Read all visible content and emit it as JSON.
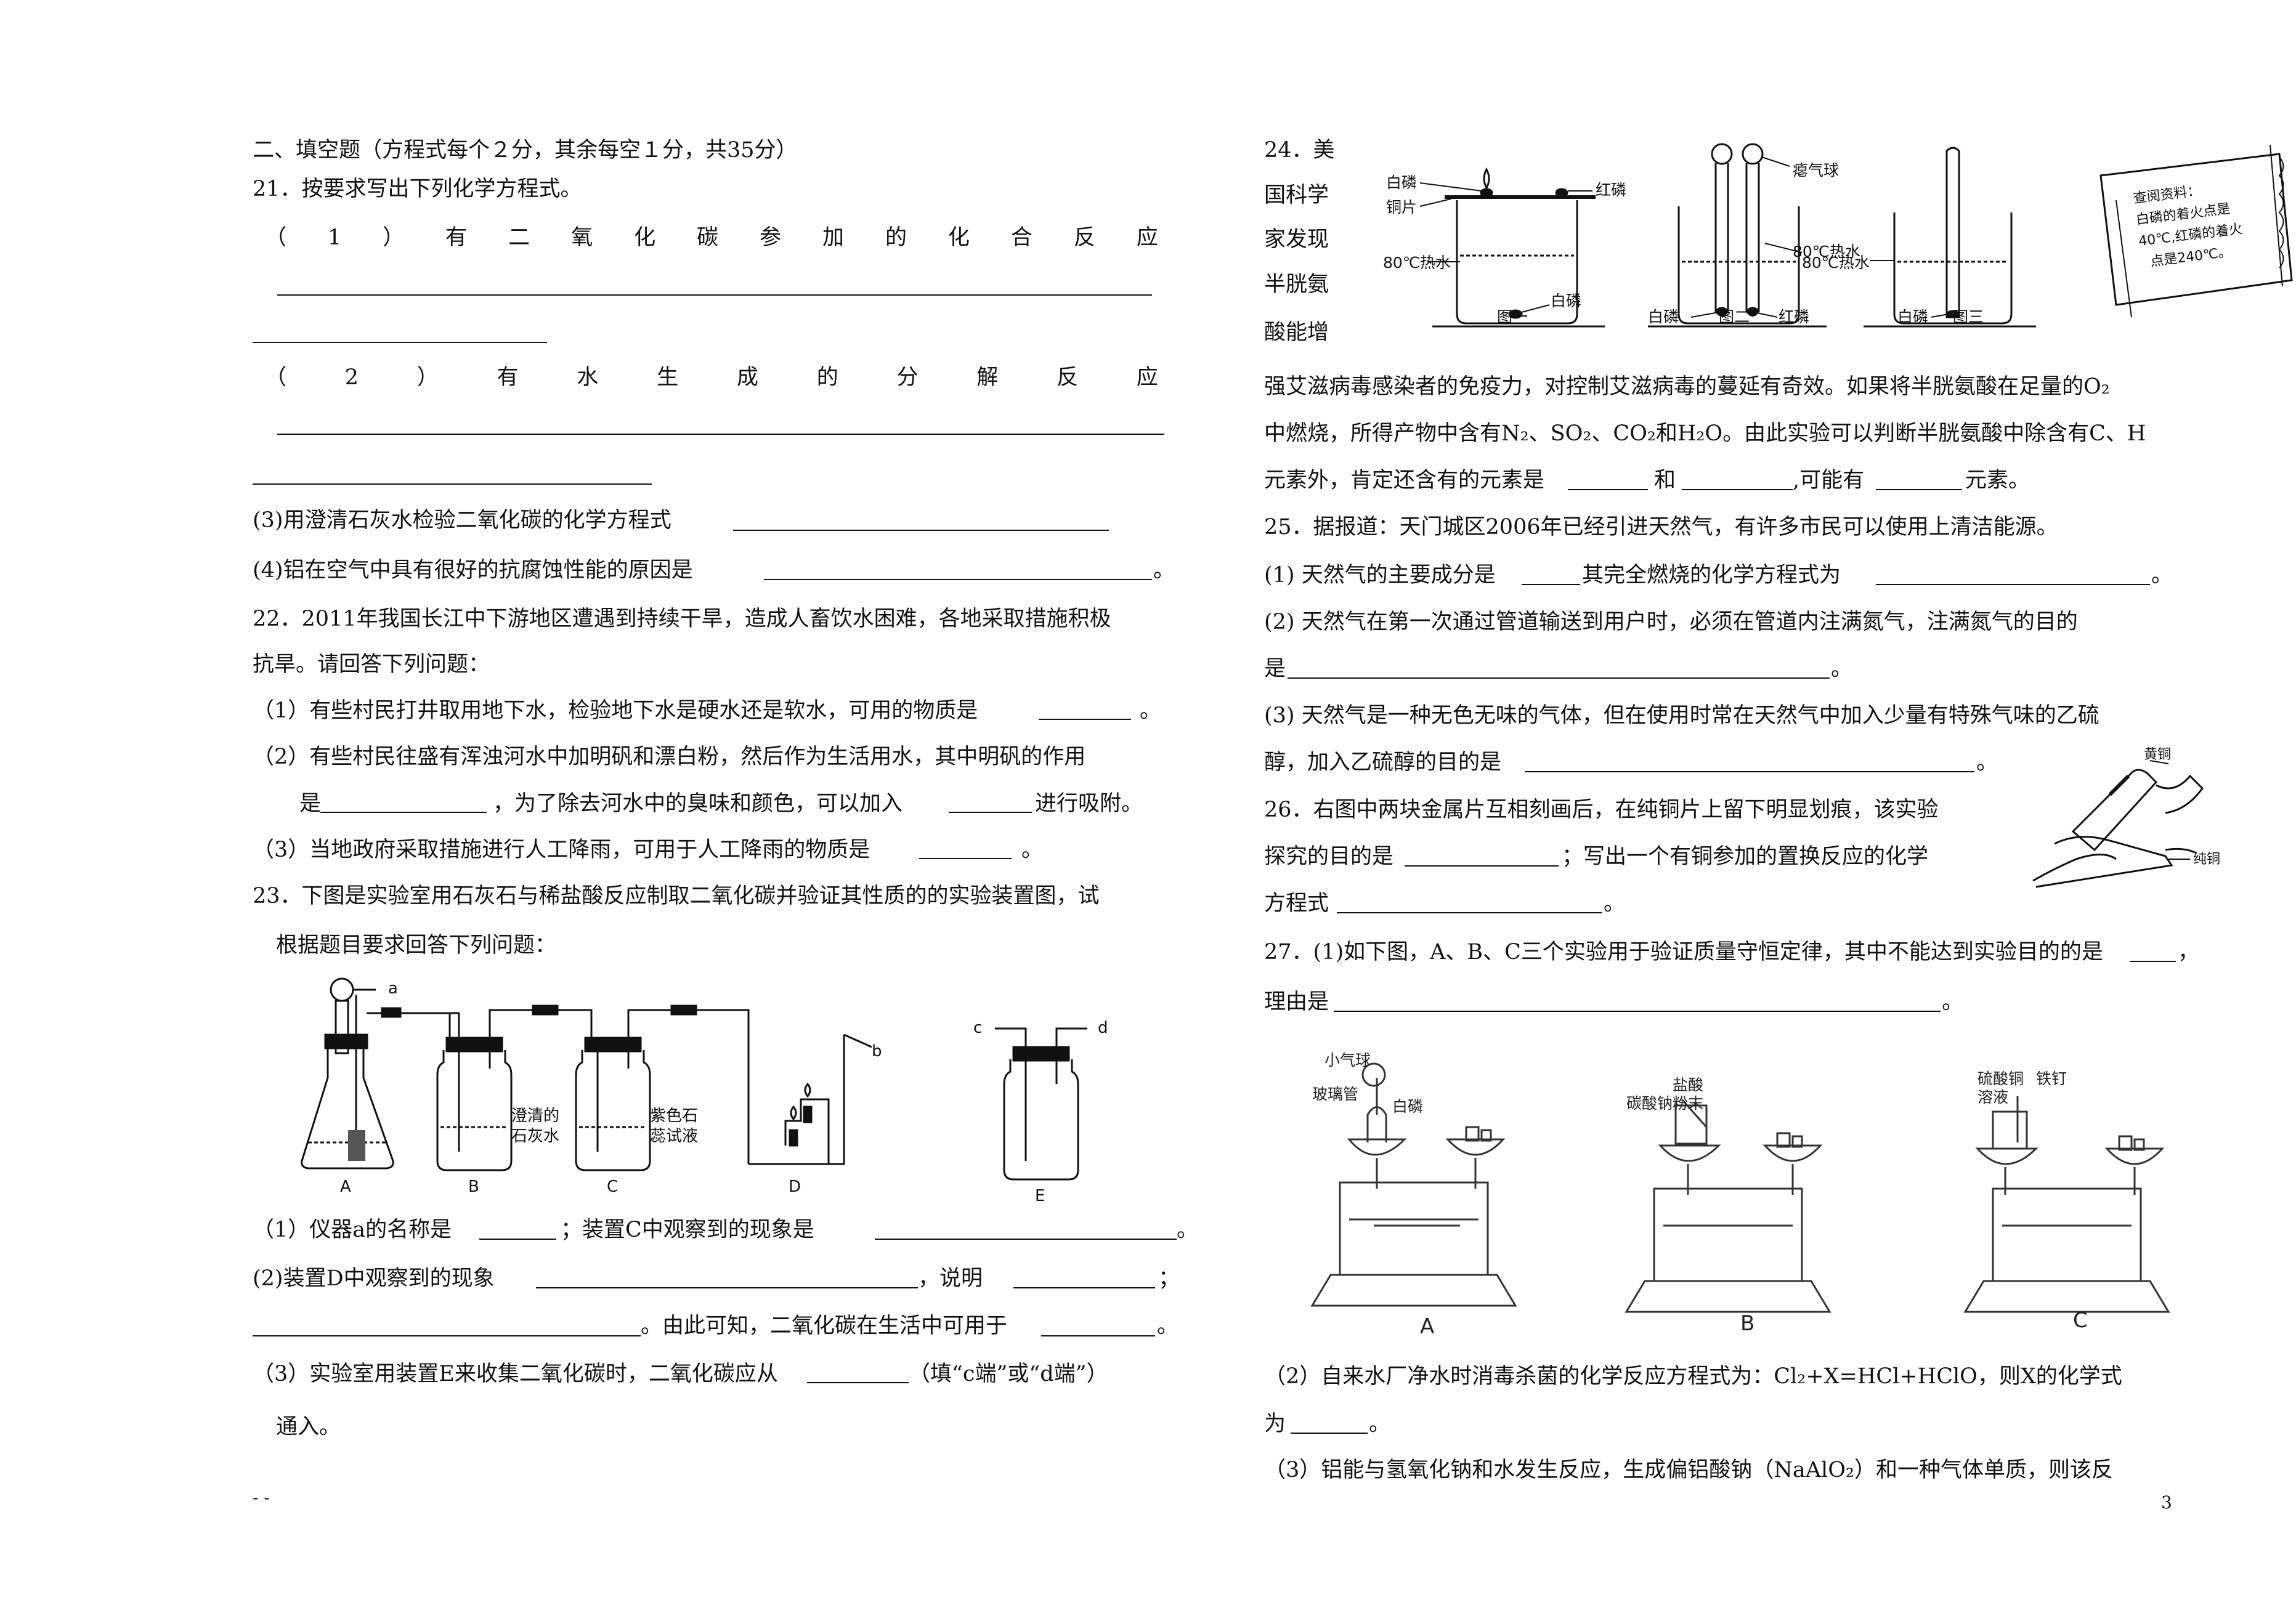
{
  "left": {
    "section_title": "二、填空题（方程式每个２分，其余每空１分，共35分）",
    "q21": {
      "stem": "21．按要求写出下列化学方程式。",
      "p1_chars": [
        "（",
        "1",
        "）",
        "有",
        "二",
        "氧",
        "化",
        "碳",
        "参",
        "加",
        "的",
        "化",
        "合",
        "反",
        "应"
      ],
      "p2_chars": [
        "（",
        "2",
        "）",
        "有",
        "水",
        "生",
        "成",
        "的",
        "分",
        "解",
        "反",
        "应"
      ],
      "p3": "(3)用澄清石灰水检验二氧化碳的化学方程式",
      "p4": "(4)铝在空气中具有很好的抗腐蚀性能的原因是",
      "p4_end": "。"
    },
    "q22": {
      "stem1": "22．2011年我国长江中下游地区遭遇到持续干旱，造成人畜饮水困难，各地采取措施积极",
      "stem2": "抗旱。请回答下列问题：",
      "p1": "（1）有些村民打井取用地下水，检验地下水是硬水还是软水，可用的物质是",
      "p1_end": "。",
      "p2a": "（2）有些村民往盛有浑浊河水中加明矾和漂白粉，然后作为生活用水，其中明矾的作用",
      "p2b_1": "是",
      "p2b_2": "，为了除去河水中的臭味和颜色，可以加入",
      "p2b_3": "进行吸附。",
      "p3": "（3）当地政府采取措施进行人工降雨，可用于人工降雨的物质是",
      "p3_end": "。"
    },
    "q23": {
      "stem1": "23．下图是实验室用石灰石与稀盐酸反应制取二氧化碳并验证其性质的的实验装置图，试",
      "stem2": "根据题目要求回答下列问题：",
      "fig": {
        "a": "a",
        "b": "b",
        "c": "c",
        "d": "d",
        "A": "A",
        "B": "B",
        "C": "C",
        "D": "D",
        "E": "E",
        "limewater1": "澄清的",
        "limewater2": "石灰水",
        "litmus1": "紫色石",
        "litmus2": "蕊试液"
      },
      "p1_1": "（1）仪器a的名称是",
      "p1_2": "；装置C中观察到的现象是",
      "p1_end": "。",
      "p2_1": "(2)装置D中观察到的现象",
      "p2_2": "，说明",
      "p2_3": "；",
      "p2b": "。由此可知，二氧化碳在生活中可用于",
      "p2b_end": "。",
      "p3": "（3）实验室用装置E来收集二氧化碳时，二氧化碳应从",
      "p3_2": "（填“c端”或“d端”）",
      "p3b": "通入。"
    },
    "footer": "- -"
  },
  "right": {
    "q24": {
      "lead": [
        "24．美",
        "国科学",
        "家发现",
        "半胱氨",
        "酸能增"
      ],
      "fig": {
        "white_p": "白磷",
        "red_p": "红磷",
        "copper": "铜片",
        "hot_water": "80℃热水",
        "balloon": "瘪气球",
        "fig1": "图一",
        "fig2": "图二",
        "fig3": "图三",
        "note": [
          "查阅资料：",
          "白磷的着火点是",
          "40℃,红磷的着火",
          "点是240℃。"
        ]
      },
      "l1": "强艾滋病毒感染者的免疫力，对控制艾滋病毒的蔓延有奇效。如果将半胱氨酸在足量的O₂",
      "l2": "中燃烧，所得产物中含有N₂、SO₂、CO₂和H₂O。由此实验可以判断半胱氨酸中除含有C、H",
      "l3_1": "元素外，肯定还含有的元素是",
      "l3_2": "和",
      "l3_3": ",可能有",
      "l3_4": "元素。"
    },
    "q25": {
      "stem": "25．据报道：天门城区2006年已经引进天然气，有许多市民可以使用上清洁能源。",
      "p1_1": "(1) 天然气的主要成分是",
      "p1_2": "其完全燃烧的化学方程式为",
      "p1_end": "。",
      "p2a": "(2) 天然气在第一次通过管道输送到用户时，必须在管道内注满氮气，注满氮气的目的",
      "p2b": "是",
      "p2b_end": "。",
      "p3a": "(3) 天然气是一种无色无味的气体，但在使用时常在天然气中加入少量有特殊气味的乙硫",
      "p3b": "醇，加入乙硫醇的目的是",
      "p3b_end": "。"
    },
    "q26": {
      "l1": "26．右图中两块金属片互相刻画后，在纯铜片上留下明显划痕，该实验",
      "l2_1": "探究的目的是",
      "l2_2": "；写出一个有铜参加的置换反应的化学",
      "l3": "方程式",
      "l3_end": "。",
      "fig_brass": "黄铜",
      "fig_copper": "纯铜"
    },
    "q27": {
      "l1": "27．(1)如下图，A、B、C三个实验用于验证质量守恒定律，其中不能达到实验目的的是",
      "l1_end": "，",
      "l2": "理由是",
      "l2_end": "。",
      "fig": {
        "balloon": "小气球",
        "glass_tube": "玻璃管",
        "white_p": "白磷",
        "hcl": "盐酸",
        "na2co3": "碳酸钠粉末",
        "cuso4_1": "硫酸铜",
        "cuso4_2": "溶液",
        "nail": "铁钉",
        "A": "A",
        "B": "B",
        "C": "C"
      },
      "p2_1": "（2）自来水厂净水时消毒杀菌的化学反应方程式为：Cl₂+X=HCl+HClO，则X的化学式",
      "p2_2": "为",
      "p2_end": "。",
      "p3": "（3）铝能与氢氧化钠和水发生反应，生成偏铝酸钠（NaAlO₂）和一种气体单质，则该反"
    },
    "page_number": "3"
  }
}
